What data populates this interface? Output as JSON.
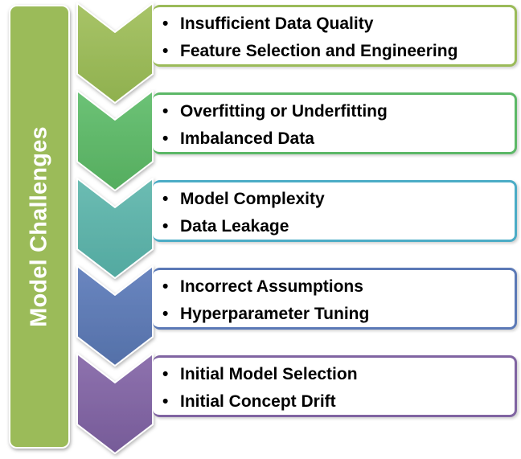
{
  "side_label": "Model Challenges",
  "stages": [
    {
      "color": "#9bbb59",
      "items": [
        "Insufficient Data Quality",
        "Feature Selection and Engineering"
      ]
    },
    {
      "color": "#5cb867",
      "items": [
        "Overfitting or Underfitting",
        "Imbalanced Data"
      ]
    },
    {
      "color": "#4bacc6",
      "items": [
        "Model Complexity",
        "Data Leakage"
      ]
    },
    {
      "color": "#5b79b6",
      "items": [
        "Incorrect Assumptions",
        "Hyperparameter Tuning"
      ]
    },
    {
      "color": "#8064a2",
      "items": [
        "Initial Model Selection",
        "Initial Concept Drift"
      ]
    }
  ]
}
